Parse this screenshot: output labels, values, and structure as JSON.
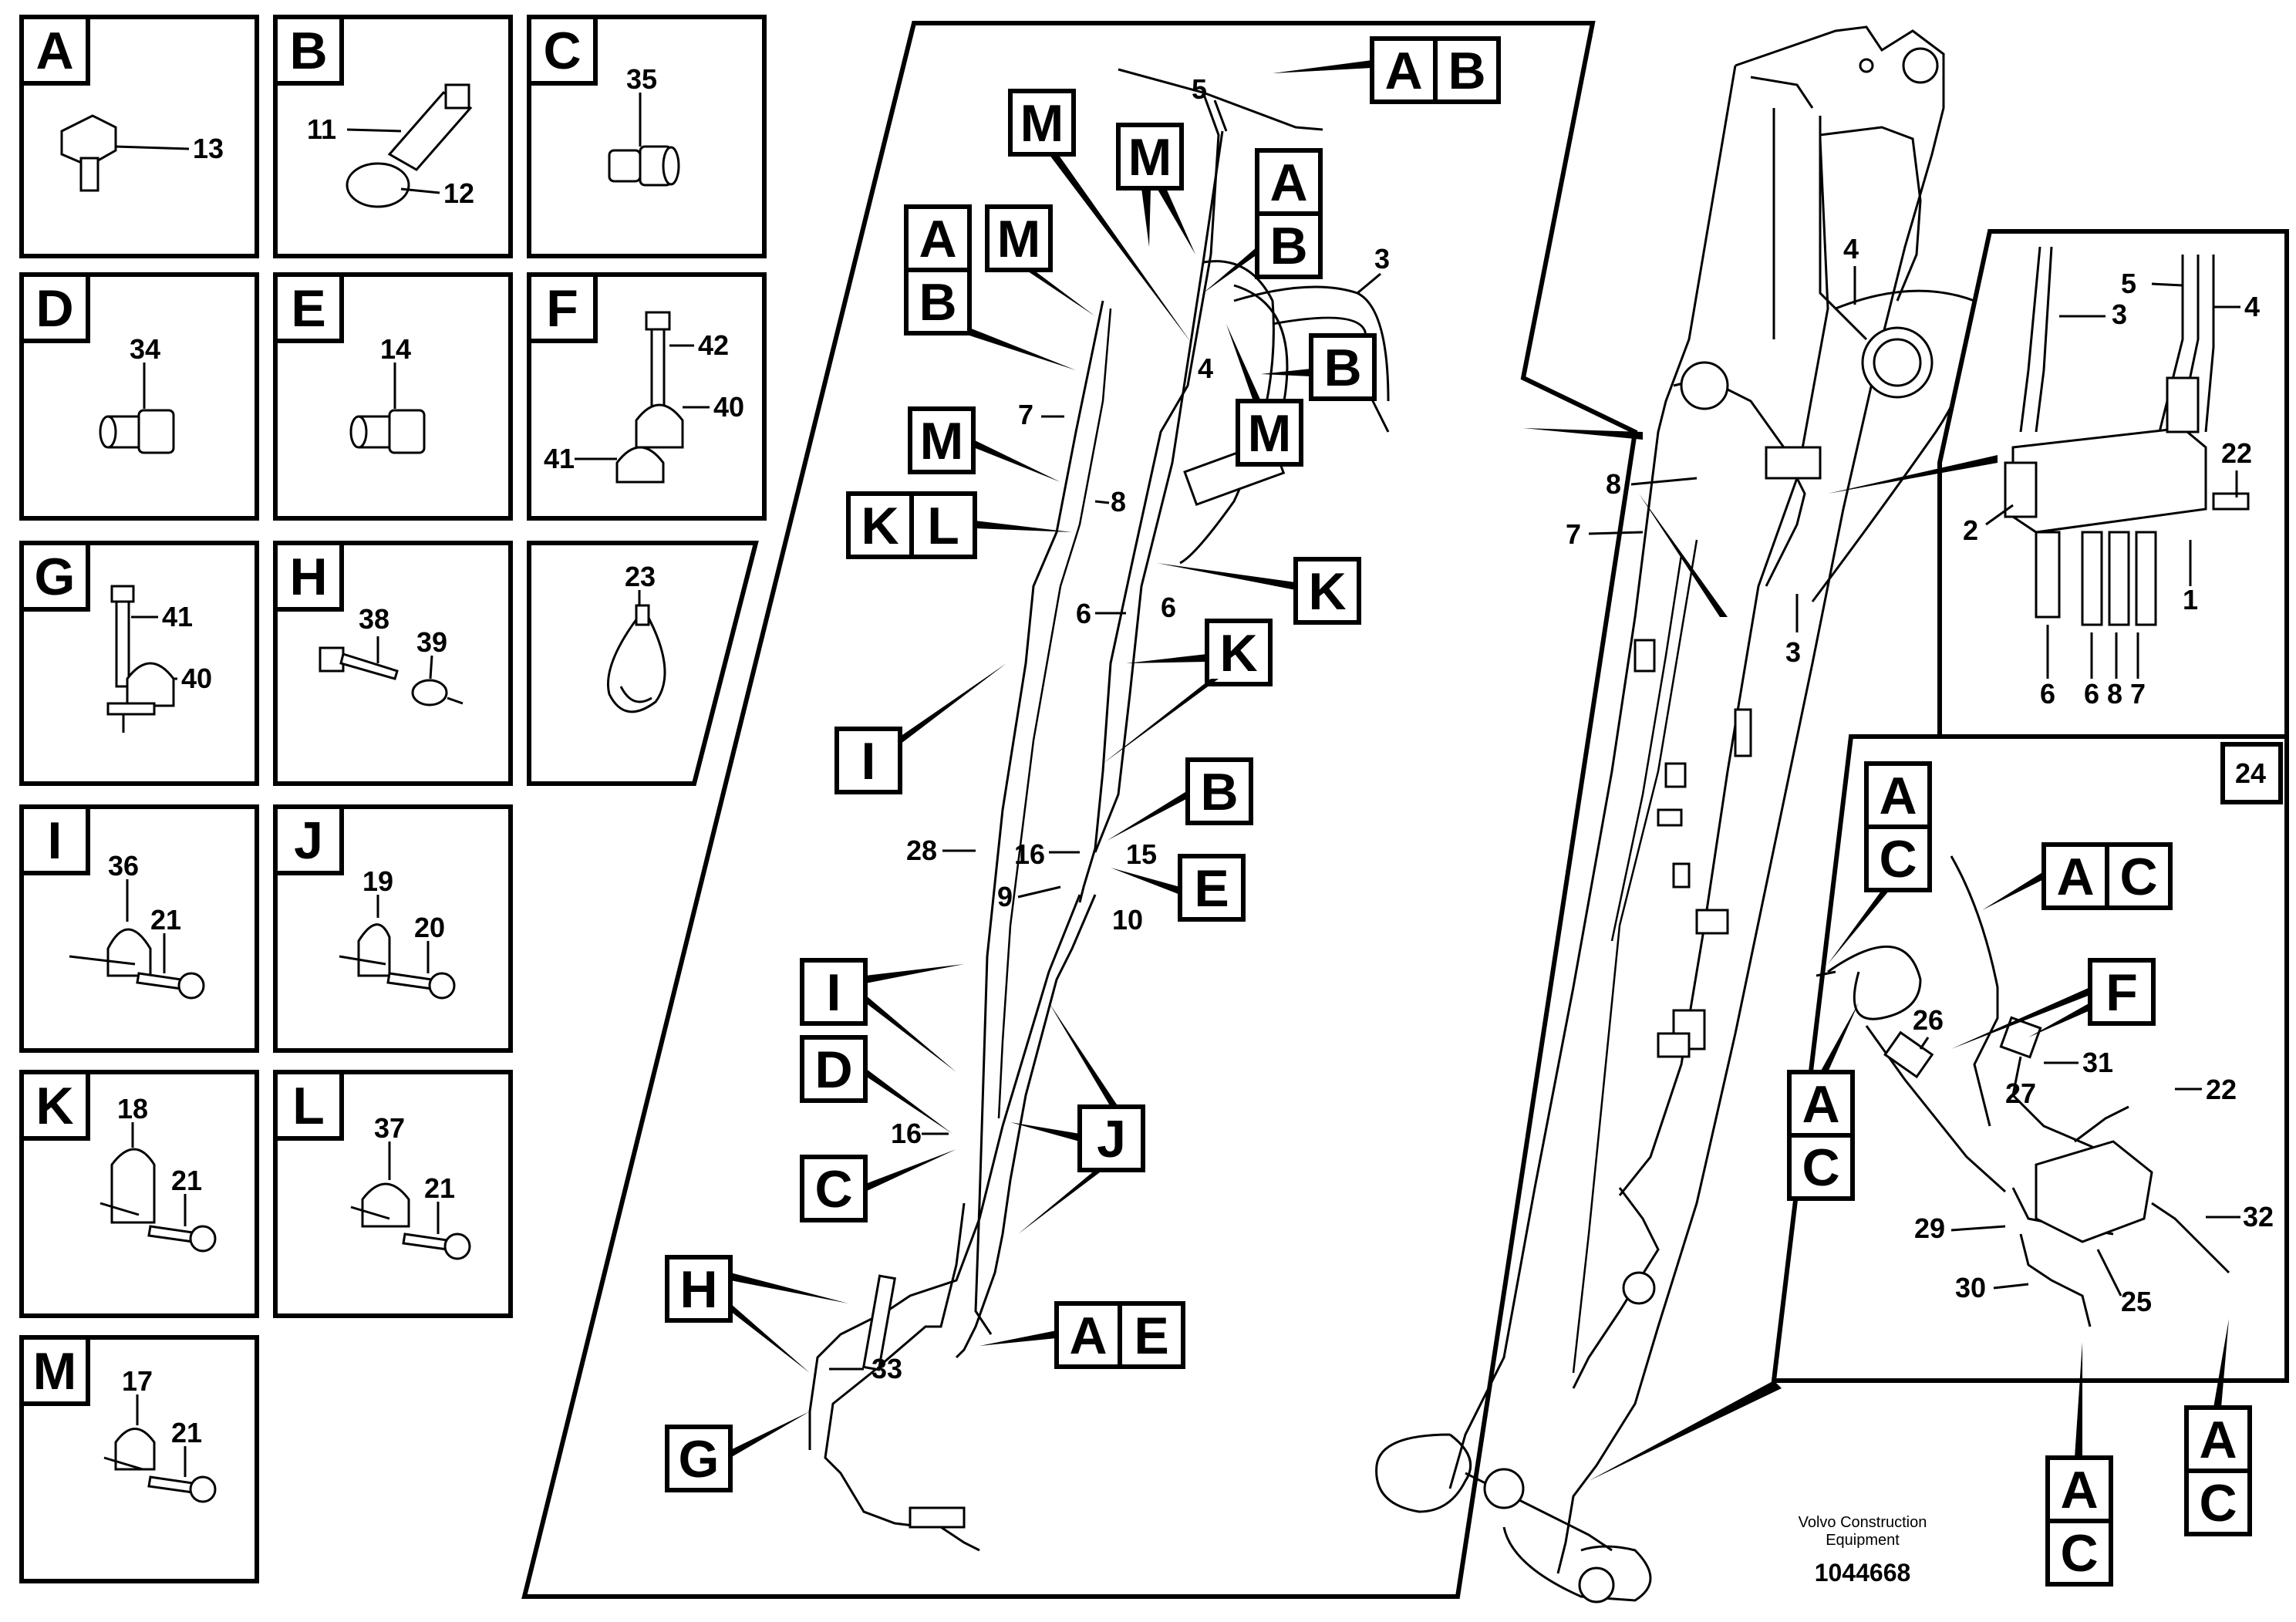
{
  "detail_panels": [
    {
      "letter": "A",
      "parts": [
        "13"
      ]
    },
    {
      "letter": "B",
      "parts": [
        "11",
        "12"
      ]
    },
    {
      "letter": "C",
      "parts": [
        "35"
      ]
    },
    {
      "letter": "D",
      "parts": [
        "34"
      ]
    },
    {
      "letter": "E",
      "parts": [
        "14"
      ]
    },
    {
      "letter": "F",
      "parts": [
        "42",
        "40",
        "41"
      ]
    },
    {
      "letter": "G",
      "parts": [
        "41",
        "40"
      ]
    },
    {
      "letter": "H",
      "parts": [
        "38",
        "39"
      ]
    },
    {
      "letter": "",
      "parts": [
        "23"
      ]
    },
    {
      "letter": "I",
      "parts": [
        "36",
        "21"
      ]
    },
    {
      "letter": "J",
      "parts": [
        "19",
        "20"
      ]
    },
    {
      "letter": "K",
      "parts": [
        "18",
        "21"
      ]
    },
    {
      "letter": "L",
      "parts": [
        "37",
        "21"
      ]
    },
    {
      "letter": "M",
      "parts": [
        "17",
        "21"
      ]
    }
  ],
  "center_callouts": {
    "letters": [
      "A",
      "B",
      "M",
      "M",
      "A",
      "B",
      "A",
      "M",
      "B",
      "B",
      "M",
      "M",
      "K",
      "L",
      "K",
      "K",
      "I",
      "B",
      "E",
      "I",
      "D",
      "J",
      "C",
      "H",
      "A",
      "E",
      "G"
    ],
    "numbers": [
      "5",
      "4",
      "3",
      "7",
      "8",
      "6",
      "6",
      "16",
      "15",
      "9",
      "10",
      "28",
      "16",
      "33"
    ]
  },
  "boom_callouts": [
    "4",
    "8",
    "7",
    "3"
  ],
  "valve_inset": [
    "3",
    "5",
    "4",
    "22",
    "2",
    "1",
    "6",
    "6",
    "8",
    "7"
  ],
  "variant_inset": {
    "number": "24",
    "letters": [
      "A",
      "C",
      "A",
      "C",
      "F",
      "A",
      "C",
      "A",
      "C",
      "A",
      "C"
    ],
    "numbers": [
      "26",
      "31",
      "27",
      "22",
      "32",
      "29",
      "25",
      "30"
    ]
  },
  "footer": {
    "company_line1": "Volvo Construction",
    "company_line2": "Equipment",
    "drawing_number": "1044668"
  }
}
